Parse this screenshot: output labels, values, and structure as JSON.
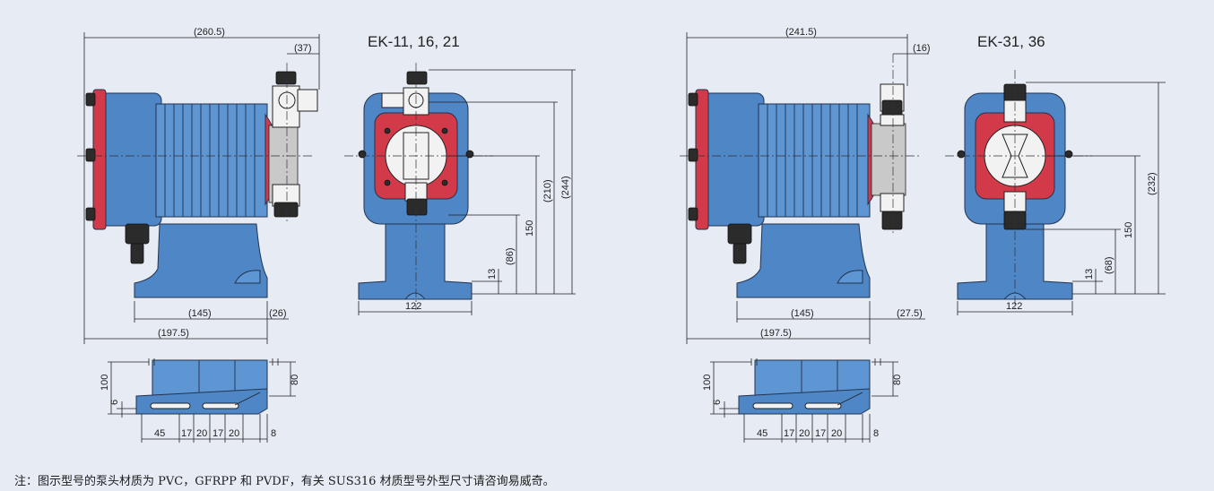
{
  "models": {
    "left_title": "EK-11, 16, 21",
    "right_title": "EK-31, 36"
  },
  "left": {
    "overall_length": "(260.5)",
    "valve_offset": "(37)",
    "base_length": "(145)",
    "base_overhang": "(26)",
    "total_depth": "(197.5)",
    "front_width": "122",
    "h_244": "(244)",
    "h_210": "(210)",
    "h_150": "150",
    "h_86": "(86)",
    "h_13": "13"
  },
  "right": {
    "overall_length": "(241.5)",
    "valve_offset": "(16)",
    "base_length": "(145)",
    "base_overhang": "(27.5)",
    "total_depth": "(197.5)",
    "front_width": "122",
    "h_232": "(232)",
    "h_150": "150",
    "h_68": "(68)",
    "h_13": "13"
  },
  "footprint": {
    "h_100": "100",
    "h_6": "6",
    "h_80": "80",
    "w_45": "45",
    "w_17a": "17",
    "w_20a": "20",
    "w_17b": "17",
    "w_20b": "20",
    "w_8": "8"
  },
  "note": "注：图示型号的泵头材质为 PVC，GFRPP 和 PVDF，有关 SUS316 材质型号外型尺寸请咨询易威奇。"
}
